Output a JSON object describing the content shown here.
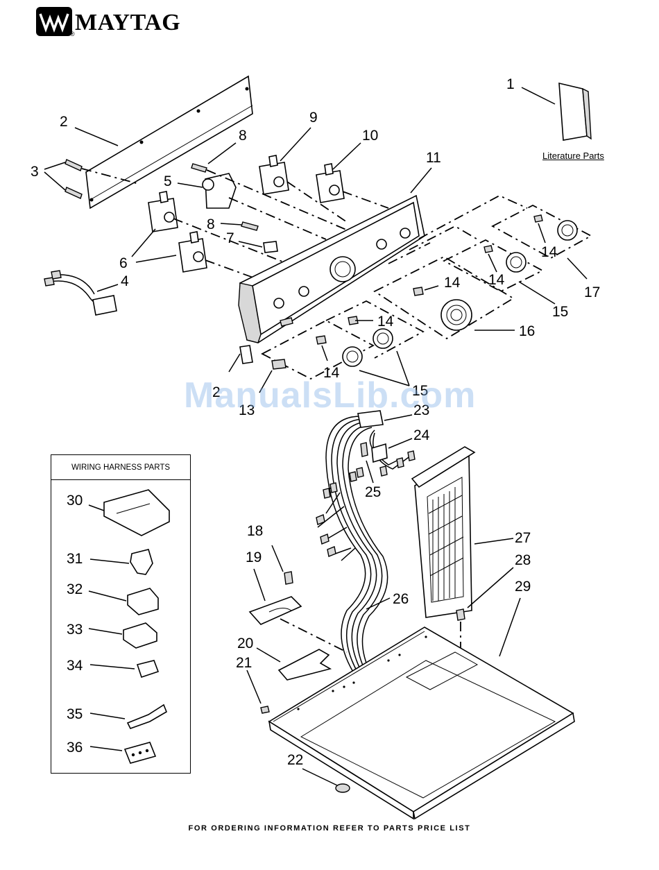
{
  "header": {
    "brand": "MAYTAG",
    "trademark": "®",
    "logo_icon": "maytag-logo-icon"
  },
  "literature_label": "Literature Parts",
  "harness_box": {
    "title": "WIRING HARNESS PARTS"
  },
  "callouts": {
    "c1": "1",
    "c2": "2",
    "c3": "3",
    "c4": "4",
    "c5": "5",
    "c6": "6",
    "c7": "7",
    "c8a": "8",
    "c8b": "8",
    "c9": "9",
    "c10": "10",
    "c11": "11",
    "c12": "2",
    "c13": "13",
    "c14a": "14",
    "c14b": "14",
    "c14c": "14",
    "c14d": "14",
    "c14e": "14",
    "c15a": "15",
    "c15b": "15",
    "c16": "16",
    "c17": "17",
    "c18": "18",
    "c19": "19",
    "c20": "20",
    "c21": "21",
    "c22": "22",
    "c23": "23",
    "c24": "24",
    "c25": "25",
    "c26": "26",
    "c27": "27",
    "c28": "28",
    "c29": "29",
    "c30": "30",
    "c31": "31",
    "c32": "32",
    "c33": "33",
    "c34": "34",
    "c35": "35",
    "c36": "36"
  },
  "footer": "FOR ORDERING INFORMATION REFER TO PARTS PRICE LIST",
  "watermark": "ManualsLib.com"
}
